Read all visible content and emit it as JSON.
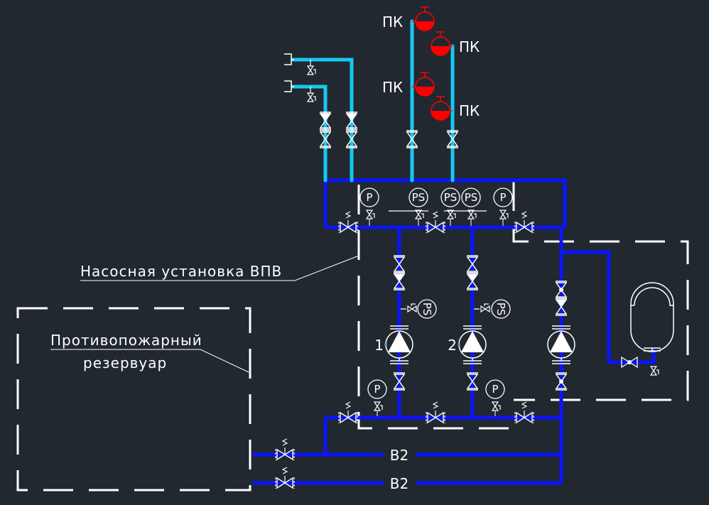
{
  "diagram": {
    "title": "Насосная установка ВПВ",
    "colors": {
      "background": "#212830",
      "pipe_main": "#0a14ff",
      "pipe_riser": "#16c8f0",
      "fire_valve": "#ff0000",
      "symbols": "#ffffff"
    },
    "labels": {
      "pump_station": "Насосная установка ВПВ",
      "reservoir_line1": "Противопожарный",
      "reservoir_line2": "резервуар",
      "pipe_b2_upper": "В2",
      "pipe_b2_lower": "В2",
      "pump1": "1",
      "pump2": "2"
    },
    "fire_valves": [
      {
        "label": "ПК",
        "side": "left"
      },
      {
        "label": "ПК",
        "side": "right"
      },
      {
        "label": "ПК",
        "side": "left"
      },
      {
        "label": "ПК",
        "side": "right"
      }
    ],
    "header_gauges": [
      "P",
      "PS",
      "PS",
      "PS",
      "P"
    ],
    "pump_switches": [
      "PS",
      "PS"
    ],
    "suction_gauges": [
      "P",
      "P"
    ],
    "components": {
      "pumps": [
        "Pump 1",
        "Pump 2",
        "Jockey pump"
      ],
      "tank": "Membrane tank"
    }
  }
}
